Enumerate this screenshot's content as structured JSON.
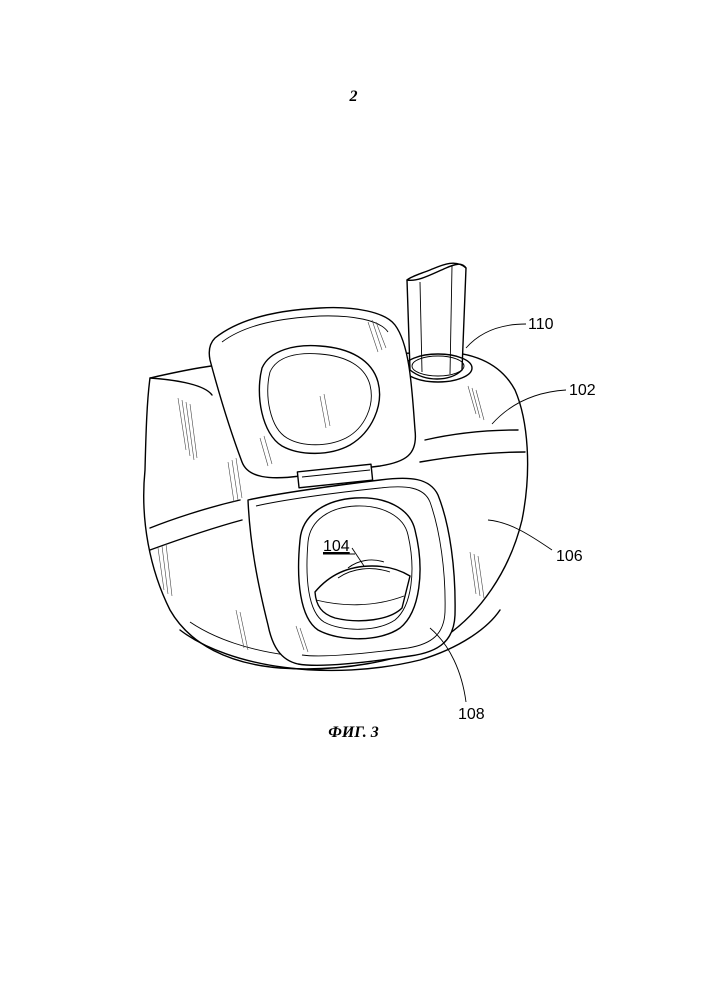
{
  "page_number": "2",
  "figure_caption": "ФИГ. 3",
  "reference_labels": {
    "r110": "110",
    "r102": "102",
    "r106": "106",
    "r104": "104",
    "r108": "108"
  }
}
